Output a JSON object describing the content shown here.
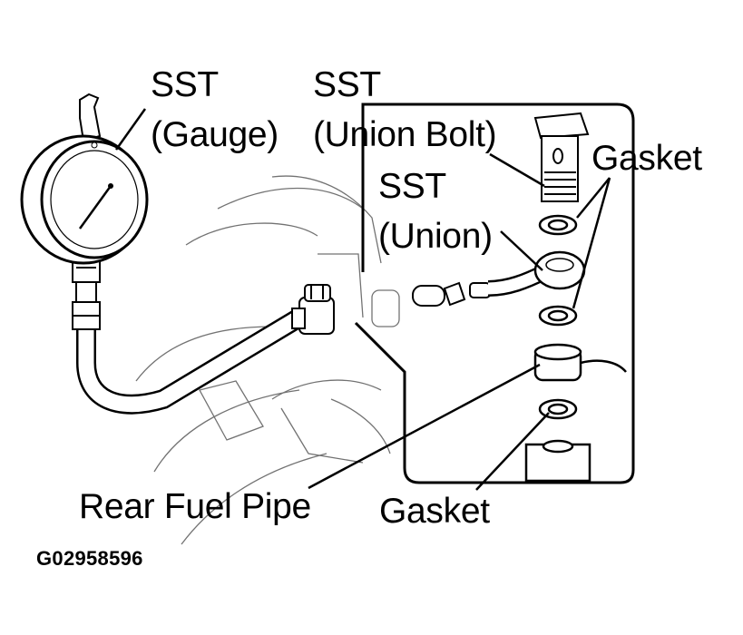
{
  "labels": {
    "sst_gauge": {
      "line1": "SST",
      "line2": "(Gauge)"
    },
    "sst_union_bolt": {
      "line1": "SST",
      "line2": "(Union Bolt)"
    },
    "gasket_top": "Gasket",
    "sst_union": {
      "line1": "SST",
      "line2": "(Union)"
    },
    "rear_fuel_pipe": "Rear Fuel Pipe",
    "gasket_bottom": "Gasket"
  },
  "figure_code": "G02958596",
  "colors": {
    "ink": "#000000",
    "paper": "#ffffff",
    "shade": "#dddddd"
  }
}
